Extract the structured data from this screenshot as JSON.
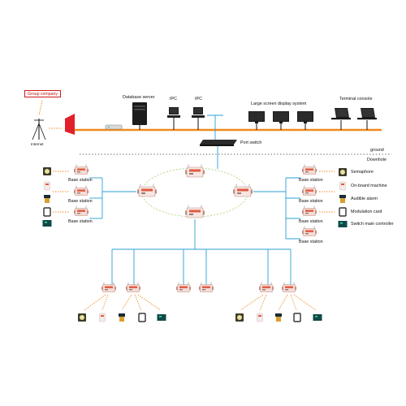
{
  "top": {
    "group_company": "Group company",
    "internet": "Internet",
    "database_server": "Database server",
    "ipc_1": "IPC",
    "ipc_2": "IPC",
    "large_screen": "Large screen display system",
    "terminal_console": "Terminal console",
    "port_switch": "Port switch"
  },
  "zones": {
    "ground": "ground",
    "downhole": "Downhole"
  },
  "left": {
    "base_station_1": "Base station",
    "base_station_2": "Base station",
    "base_station_3": "Base station"
  },
  "right": {
    "base_station_1": "Base station",
    "base_station_2": "Base station",
    "base_station_3": "Base station",
    "base_station_4": "Base station"
  },
  "legend": {
    "semaphore": "Semaphore",
    "onboard_machine": "On-board machine",
    "audible_alarm": "Audible alarm",
    "modulation_card": "Modulation card",
    "switch_main_controller": "Switch main controller"
  },
  "colors": {
    "backbone": "#f08a1c",
    "network_line": "#2a9fd6",
    "ring": "#b9d68a",
    "arrow": "#f08a1c",
    "flag": "#e2202a",
    "tag_border": "#d01818",
    "device_body": "#f3dcd6",
    "device_accent": "#e05a40"
  }
}
